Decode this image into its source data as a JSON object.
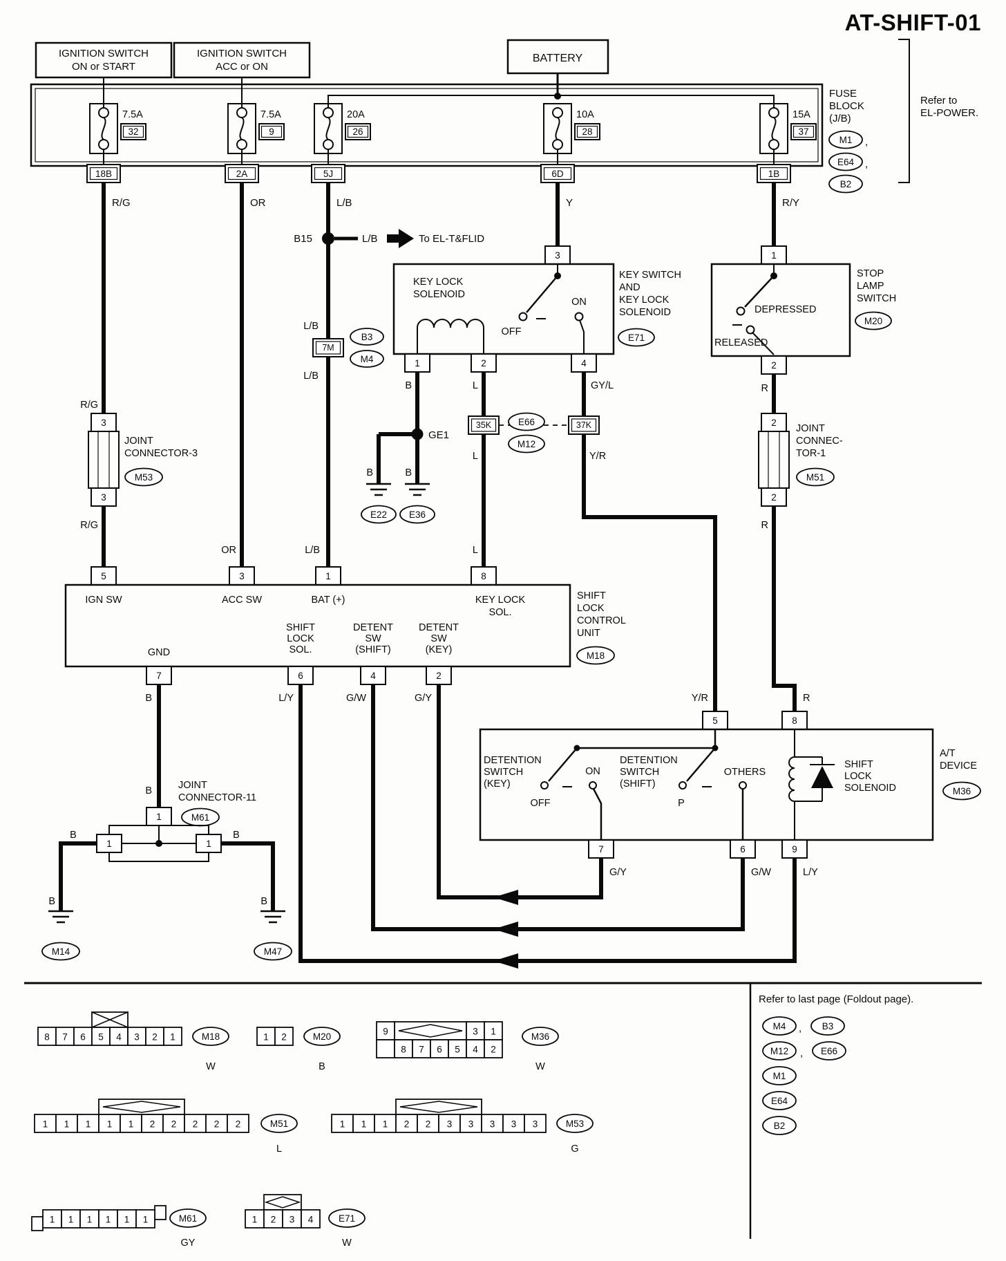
{
  "title": "AT-SHIFT-01",
  "punct": {
    "comma": ","
  },
  "header": {
    "ign1": {
      "l1": "IGNITION SWITCH",
      "l2": "ON or START"
    },
    "ign2": {
      "l1": "IGNITION SWITCH",
      "l2": "ACC or ON"
    },
    "battery": "BATTERY",
    "fuse_block": {
      "l1": "FUSE",
      "l2": "BLOCK",
      "l3": "(J/B)"
    },
    "refs": {
      "r1": "M1",
      "r2": "E64",
      "r3": "B2"
    },
    "note": {
      "l1": "Refer to",
      "l2": "EL-POWER."
    },
    "fuses": [
      {
        "amp": "7.5A",
        "num": "32",
        "out": "18B",
        "wire": "R/G"
      },
      {
        "amp": "7.5A",
        "num": "9",
        "out": "2A",
        "wire": "OR"
      },
      {
        "amp": "20A",
        "num": "26",
        "out": "5J",
        "wire": "L/B"
      },
      {
        "amp": "10A",
        "num": "28",
        "out": "6D",
        "wire": "Y"
      },
      {
        "amp": "15A",
        "num": "37",
        "out": "1B",
        "wire": "R/Y"
      }
    ]
  },
  "b15": {
    "label": "B15",
    "wire": "L/B",
    "dest": "To EL-T&FLID"
  },
  "m7": {
    "above": "L/B",
    "label": "7M",
    "ref1": "B3",
    "ref2": "M4",
    "below": "L/B",
    "at_unit": "L/B"
  },
  "key_switch": {
    "t1": "KEY LOCK",
    "t2": "SOLENOID",
    "off": "OFF",
    "on": "ON",
    "pin1": "1",
    "pin2": "2",
    "pin3": "3",
    "pin4": "4",
    "s1": "KEY SWITCH",
    "s2": "AND",
    "s3": "KEY LOCK",
    "s4": "SOLENOID",
    "ref": "E71",
    "w1": "B",
    "w2": "L",
    "w4": "GY/L"
  },
  "ge1": {
    "label": "GE1",
    "b1": "B",
    "b2": "B",
    "g1": "E22",
    "g2": "E36"
  },
  "k35": {
    "label": "35K",
    "ref1": "E66",
    "ref2": "M12",
    "below": "L",
    "at_unit": "L"
  },
  "k37": {
    "label": "37K",
    "below": "Y/R"
  },
  "stop_lamp": {
    "pin1": "1",
    "pin2": "2",
    "depressed": "DEPRESSED",
    "released": "RELEASED",
    "s1": "STOP",
    "s2": "LAMP",
    "s3": "SWITCH",
    "ref": "M20",
    "below": "R"
  },
  "jc3": {
    "above": "R/G",
    "pin_t": "3",
    "pin_b": "3",
    "t1": "JOINT",
    "t2": "CONNECTOR-3",
    "ref": "M53",
    "below": "R/G"
  },
  "jc1": {
    "pin_t": "2",
    "pin_b": "2",
    "t1": "JOINT",
    "t2": "CONNEC-",
    "t3": "TOR-1",
    "ref": "M51",
    "below": "R"
  },
  "slcu": {
    "wire_or": "OR",
    "pin5": "5",
    "pin3": "3",
    "pin1": "1",
    "pin8": "8",
    "ign_sw": "IGN SW",
    "acc_sw": "ACC SW",
    "bat": "BAT (+)",
    "kls1": "KEY LOCK",
    "kls2": "SOL.",
    "s1": "SHIFT",
    "s2": "LOCK",
    "s3": "CONTROL",
    "s4": "UNIT",
    "ref": "M18",
    "gnd": "GND",
    "sls1": "SHIFT",
    "sls2": "LOCK",
    "sls3": "SOL.",
    "ds1": "DETENT",
    "ds2": "SW",
    "ds3": "(SHIFT)",
    "dk1": "DETENT",
    "dk2": "SW",
    "dk3": "(KEY)",
    "pin7": "7",
    "pin6": "6",
    "pin4": "4",
    "pin2": "2",
    "w7": "B",
    "w7b": "B",
    "w6": "L/Y",
    "w4": "G/W",
    "w2": "G/Y"
  },
  "at_device": {
    "wire5": "Y/R",
    "wire8": "R",
    "pin5": "5",
    "pin8": "8",
    "dk1": "DETENTION",
    "dk2": "SWITCH",
    "dk3": "(KEY)",
    "off": "OFF",
    "on": "ON",
    "ds1": "DETENTION",
    "ds2": "SWITCH",
    "ds3": "(SHIFT)",
    "p": "P",
    "others": "OTHERS",
    "sol1": "SHIFT",
    "sol2": "LOCK",
    "sol3": "SOLENOID",
    "s1": "A/T",
    "s2": "DEVICE",
    "ref": "M36",
    "pin7": "7",
    "pin6": "6",
    "pin9": "9",
    "w7": "G/Y",
    "w6": "G/W",
    "w9": "L/Y"
  },
  "jc11": {
    "t1": "JOINT",
    "t2": "CONNECTOR-11",
    "ref": "M61",
    "pin_t": "1",
    "pin_l": "1",
    "pin_r": "1",
    "bl": "B",
    "br": "B",
    "bl2": "B",
    "br2": "B",
    "g1": "M14",
    "g2": "M47"
  },
  "footer": {
    "note": "Refer to last page (Foldout page).",
    "refs": [
      [
        "M4",
        "B3"
      ],
      [
        "M12",
        "E66"
      ],
      [
        "M1"
      ],
      [
        "E64"
      ],
      [
        "B2"
      ]
    ],
    "connectors": {
      "M18": {
        "id": "M18",
        "color": "W",
        "cells": [
          "8",
          "7",
          "6",
          "5",
          "4",
          "3",
          "2",
          "1"
        ]
      },
      "M20": {
        "id": "M20",
        "color": "B",
        "cells": [
          "1",
          "2"
        ]
      },
      "M36": {
        "id": "M36",
        "color": "W",
        "cells": [
          "9",
          "3",
          "1",
          "",
          "8",
          "7",
          "6",
          "5",
          "4",
          "2"
        ]
      },
      "M51": {
        "id": "M51",
        "color": "L",
        "cells": [
          "1",
          "1",
          "1",
          "1",
          "1",
          "2",
          "2",
          "2",
          "2",
          "2"
        ]
      },
      "M53": {
        "id": "M53",
        "color": "G",
        "cells": [
          "1",
          "1",
          "1",
          "2",
          "2",
          "3",
          "3",
          "3",
          "3",
          "3"
        ]
      },
      "M61": {
        "id": "M61",
        "color": "GY",
        "cells": [
          "1",
          "1",
          "1",
          "1",
          "1",
          "1"
        ]
      },
      "E71": {
        "id": "E71",
        "color": "W",
        "cells": [
          "1",
          "2",
          "3",
          "4"
        ]
      }
    }
  }
}
